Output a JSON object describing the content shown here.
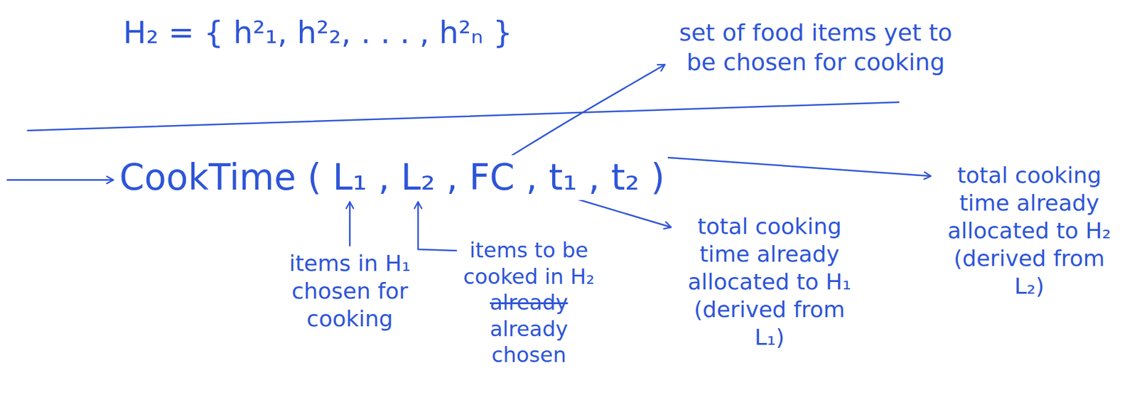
{
  "diagram": {
    "labels": [
      "H₂ = { h²₁, h²₂, . . . , h²ₙ }",
      "set of food items yet to be chosen for cooking",
      "CookTime ( L₁ , L₂ , FC , t₁ , t₂ )",
      "items in H₁ chosen for cooking",
      "items to be cooked in H₂",
      "already",
      "already chosen",
      "total cooking time already allocated to H₁ (derived from L₁)",
      "total cooking time already allocated to H₂ (derived from L₂)"
    ]
  }
}
